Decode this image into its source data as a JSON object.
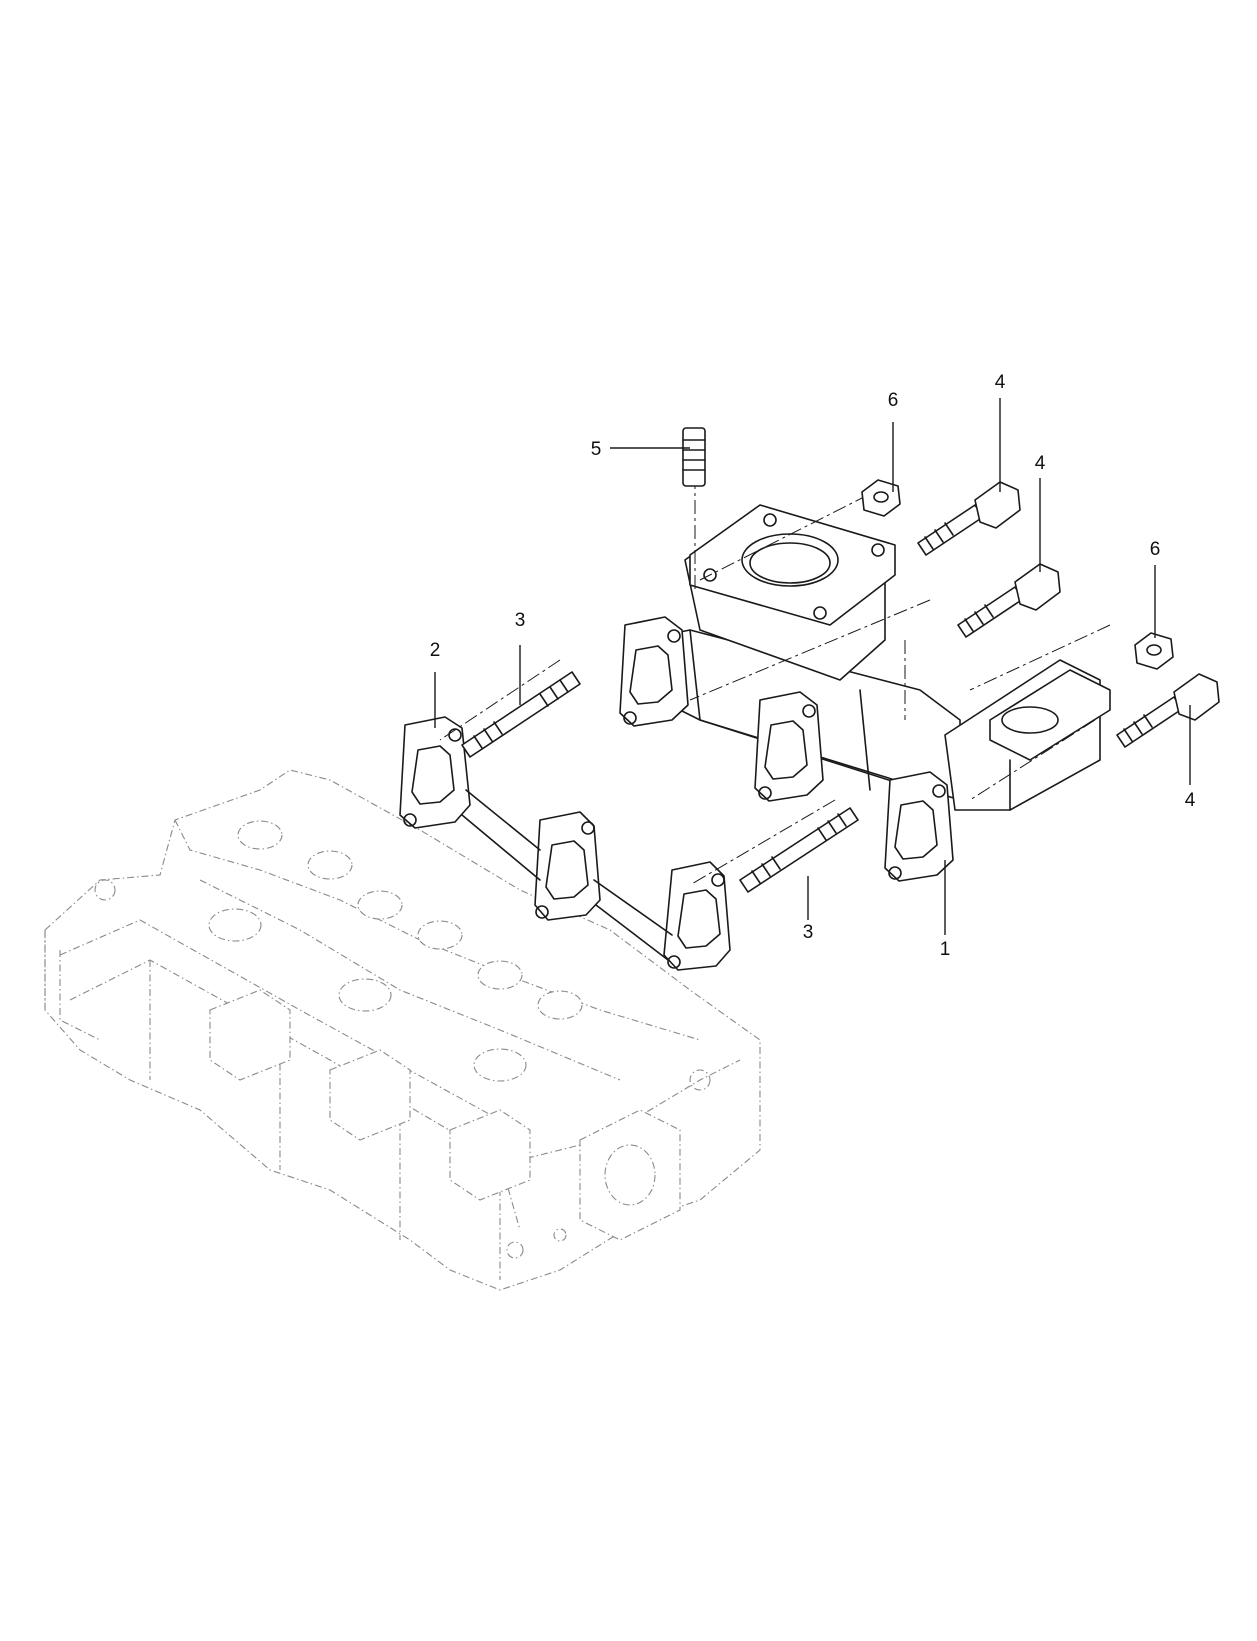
{
  "callouts": [
    {
      "id": "callout-1",
      "label": "1"
    },
    {
      "id": "callout-2",
      "label": "2"
    },
    {
      "id": "callout-3a",
      "label": "3"
    },
    {
      "id": "callout-3b",
      "label": "3"
    },
    {
      "id": "callout-4a",
      "label": "4"
    },
    {
      "id": "callout-4b",
      "label": "4"
    },
    {
      "id": "callout-4c",
      "label": "4"
    },
    {
      "id": "callout-5",
      "label": "5"
    },
    {
      "id": "callout-6a",
      "label": "6"
    },
    {
      "id": "callout-6b",
      "label": "6"
    }
  ],
  "colors": {
    "line": "#1a1a1a",
    "ghost": "#8a8a8a",
    "background": "#ffffff"
  }
}
